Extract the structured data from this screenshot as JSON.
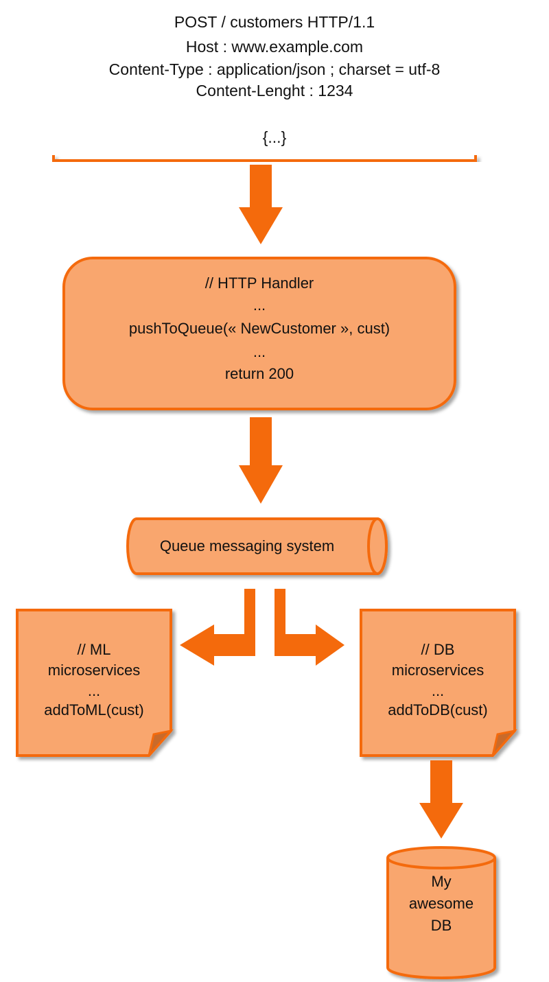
{
  "request": {
    "lines": [
      "POST / customers HTTP/1.1",
      "Host : www.example.com",
      "Content-Type : application/json ; charset = utf-8",
      "Content-Lenght : 1234"
    ],
    "body": "{...}"
  },
  "handler": {
    "lines": [
      "// HTTP Handler",
      "...",
      "pushToQueue(« NewCustomer », cust)",
      "...",
      "return  200"
    ]
  },
  "queue": {
    "label": "Queue messaging system"
  },
  "ml_service": {
    "lines": [
      "// ML",
      "microservices",
      "...",
      "addToML(cust)"
    ]
  },
  "db_service": {
    "lines": [
      "// DB",
      "microservices",
      "...",
      "addToDB(cust)"
    ]
  },
  "database": {
    "lines": [
      "My",
      "awesome",
      "DB"
    ]
  },
  "colors": {
    "fill": "#f9a66e",
    "stroke": "#f46a0c",
    "arrow": "#f46a0c",
    "text": "#111111"
  }
}
